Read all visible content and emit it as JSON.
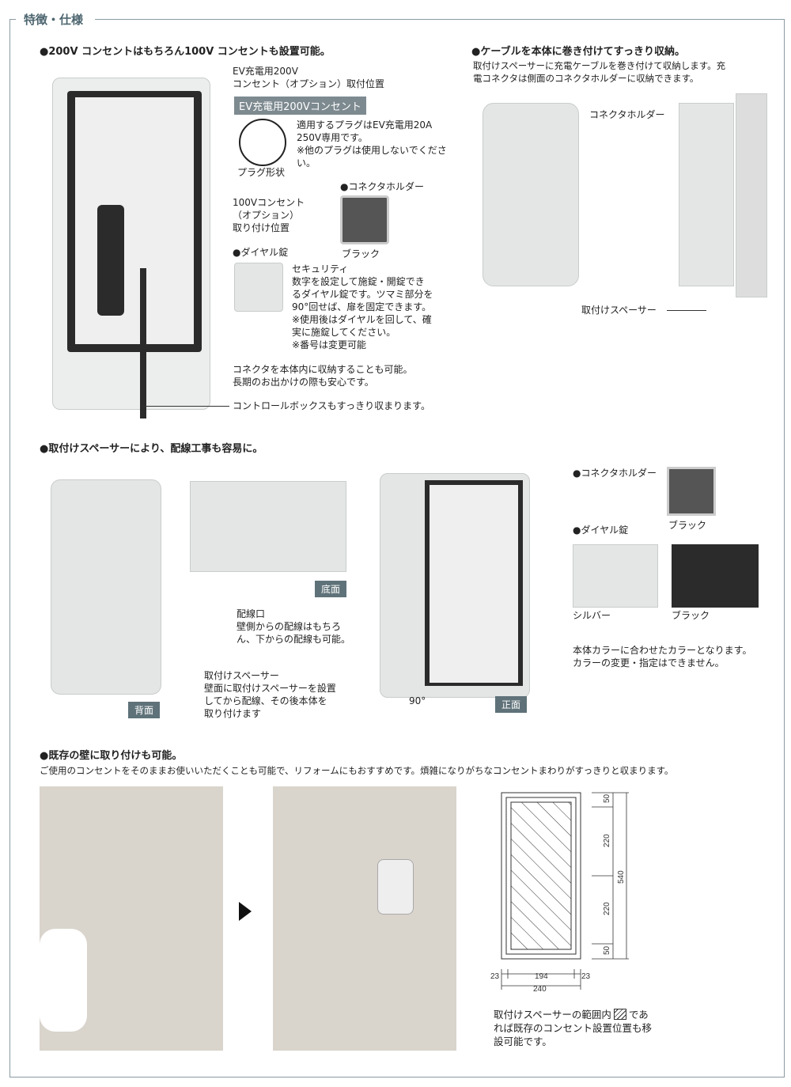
{
  "section_title": "特徴・仕様",
  "s1": {
    "heading": "●200V コンセントはもちろん100V コンセントも設置可能。",
    "ev_position": "EV充電用200V\nコンセント（オプション）取付位置",
    "ev_tag": "EV充電用200Vコンセント",
    "plug_label": "プラグ形状",
    "plug_note": "適用するプラグはEV充電用20A\n250V専用です。\n※他のプラグは使用しないでくださ\nい。",
    "holder_heading": "●コネクタホルダー",
    "holder_color": "ブラック",
    "outlet100": "100Vコンセント\n（オプション）\n取り付け位置",
    "dial_heading": "●ダイヤル錠",
    "dial_note": "セキュリティ\n数字を設定して施錠・開錠でき\nるダイヤル錠です。ツマミ部分を\n90°回せば、扉を固定できます。\n※使用後はダイヤルを回して、確\n実に施錠してください。\n※番号は変更可能",
    "connector_note": "コネクタを本体内に収納することも可能。\n長期のお出かけの際も安心です。",
    "control_note": "コントロールボックスもすっきり収まります。"
  },
  "s2": {
    "heading": "●ケーブルを本体に巻き付けてすっきり収納。",
    "desc": "取付けスペーサーに充電ケーブルを巻き付けて収納します。充\n電コネクタは側面のコネクタホルダーに収納できます。",
    "holder_label": "コネクタホルダー",
    "spacer_label": "取付けスペーサー"
  },
  "s3": {
    "heading": "●取付けスペーサーにより、配線工事も容易に。",
    "back_tag": "背面",
    "bottom_tag": "底面",
    "front_tag": "正面",
    "wiring": "配線口\n壁側からの配線はもちろ\nん、下からの配線も可能。",
    "spacer": "取付けスペーサー\n壁面に取付けスペーサーを設置\nしてから配線、その後本体を\n取り付けます",
    "angle": "90°",
    "holder_heading": "●コネクタホルダー",
    "holder_color": "ブラック",
    "dial_heading": "●ダイヤル錠",
    "silver": "シルバー",
    "black": "ブラック",
    "color_note": "本体カラーに合わせたカラーとなります。\nカラーの変更・指定はできません。"
  },
  "s4": {
    "heading": "●既存の壁に取り付けも可能。",
    "desc": "ご使用のコンセントをそのままお使いいただくことも可能で、リフォームにもおすすめです。煩雑になりがちなコンセントまわりがすっきりと収まります。",
    "dims": {
      "top": "50",
      "mid1": "220",
      "total": "540",
      "mid2": "220",
      "bottom": "50",
      "left": "23",
      "inner": "194",
      "right": "23",
      "width": "240"
    },
    "note": "取付けスペーサーの範囲内",
    "note2": "であ\nれば既存のコンセント設置位置も移\n設可能です。"
  }
}
